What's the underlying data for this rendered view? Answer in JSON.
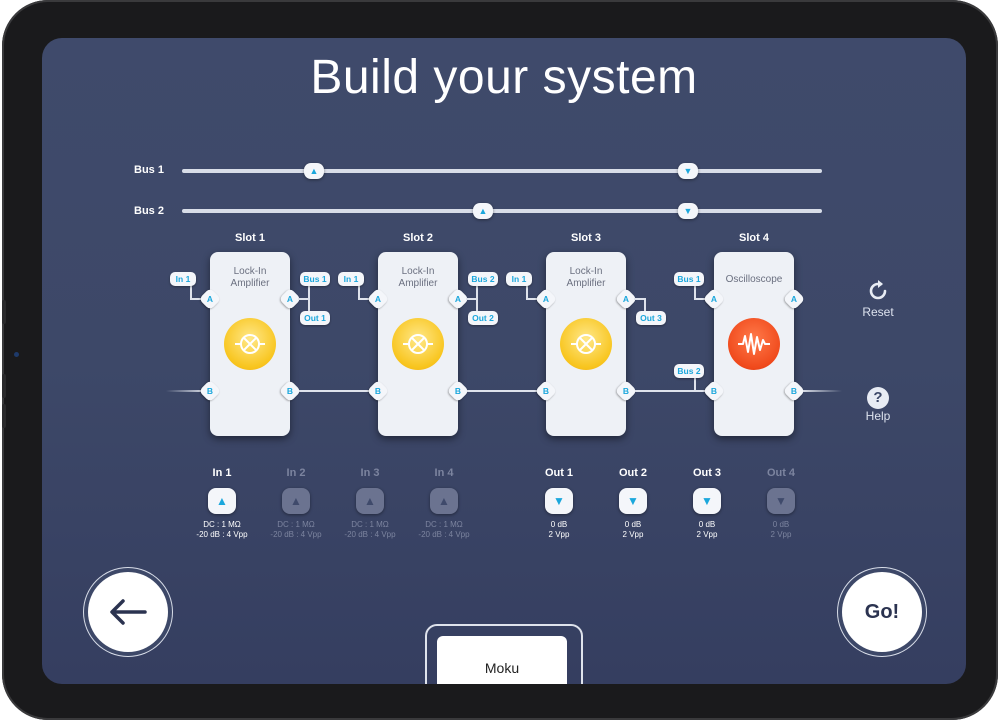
{
  "title": "Build your system",
  "buses": [
    {
      "label": "Bus 1"
    },
    {
      "label": "Bus 2"
    }
  ],
  "slots": [
    {
      "label": "Slot 1",
      "instrument": "Lock-In\nAmplifier",
      "icon": "lock-in-amplifier-icon",
      "in_a_chip": "In 1",
      "out_a_chips": [
        "Bus 1",
        "Out 1"
      ],
      "port_a": "A",
      "port_b": "B"
    },
    {
      "label": "Slot 2",
      "instrument": "Lock-In\nAmplifier",
      "icon": "lock-in-amplifier-icon",
      "in_a_chip": "In 1",
      "out_a_chips": [
        "Bus 2",
        "Out 2"
      ],
      "port_a": "A",
      "port_b": "B"
    },
    {
      "label": "Slot 3",
      "instrument": "Lock-In\nAmplifier",
      "icon": "lock-in-amplifier-icon",
      "in_a_chip": "In 1",
      "out_a_chips": [
        "Out 3"
      ],
      "port_a": "A",
      "port_b": "B"
    },
    {
      "label": "Slot 4",
      "instrument": "Oscilloscope",
      "icon": "oscilloscope-icon",
      "in_a_chip": "Bus 1",
      "in_b_chip": "Bus 2",
      "port_a": "A",
      "port_b": "B"
    }
  ],
  "actions": {
    "reset": "Reset",
    "help": "Help",
    "help_glyph": "?"
  },
  "inputs": [
    {
      "label": "In 1",
      "spec1": "DC : 1 MΩ",
      "spec2": "-20 dB : 4 Vpp",
      "active": true
    },
    {
      "label": "In 2",
      "spec1": "DC : 1 MΩ",
      "spec2": "-20 dB : 4 Vpp",
      "active": false
    },
    {
      "label": "In 3",
      "spec1": "DC : 1 MΩ",
      "spec2": "-20 dB : 4 Vpp",
      "active": false
    },
    {
      "label": "In 4",
      "spec1": "DC : 1 MΩ",
      "spec2": "-20 dB : 4 Vpp",
      "active": false
    }
  ],
  "outputs": [
    {
      "label": "Out 1",
      "spec1": "0 dB",
      "spec2": "2 Vpp",
      "active": true
    },
    {
      "label": "Out 2",
      "spec1": "0 dB",
      "spec2": "2 Vpp",
      "active": true
    },
    {
      "label": "Out 3",
      "spec1": "0 dB",
      "spec2": "2 Vpp",
      "active": true
    },
    {
      "label": "Out 4",
      "spec1": "0 dB",
      "spec2": "2 Vpp",
      "active": false
    }
  ],
  "go_label": "Go!",
  "device_label": "Moku",
  "colors": {
    "accent": "#1ba7dc",
    "background": "#3f4a6b",
    "lock_in": "#f8c51e",
    "oscilloscope": "#f04a1c"
  }
}
